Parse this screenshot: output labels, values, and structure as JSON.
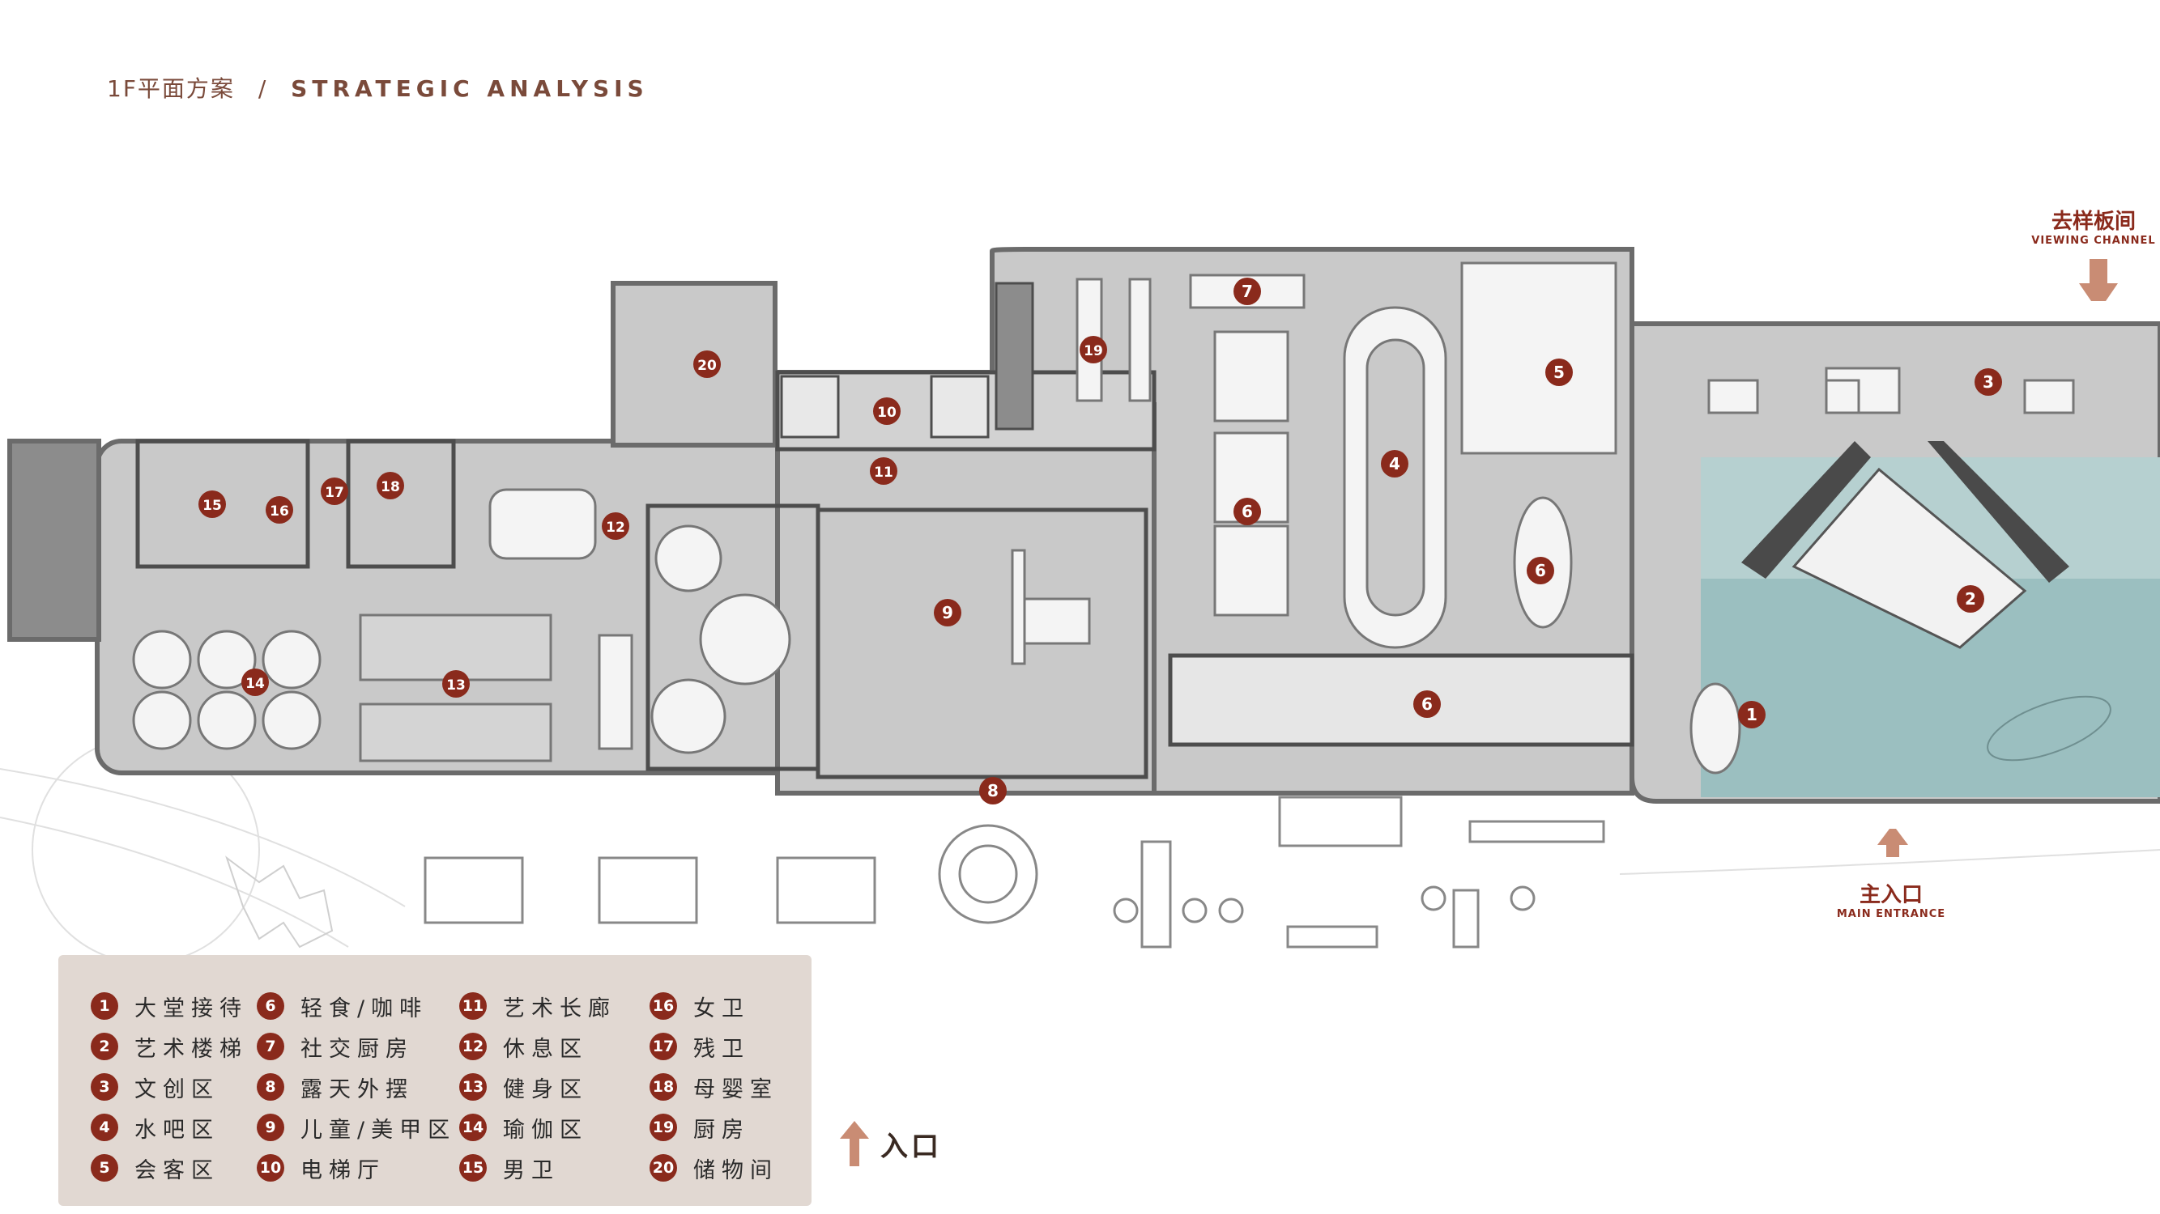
{
  "header": {
    "cn": "1F平面方案",
    "sep": "/",
    "en": "STRATEGIC ANALYSIS"
  },
  "callouts": {
    "viewing": {
      "cn": "去样板间",
      "en": "VIEWING CHANNEL"
    },
    "main_entrance": {
      "cn": "主入口",
      "en": "MAIN ENTRANCE"
    }
  },
  "legend": {
    "entry_label": "入口",
    "columns": [
      [
        {
          "num": "1",
          "label": "大堂接待"
        },
        {
          "num": "2",
          "label": "艺术楼梯"
        },
        {
          "num": "3",
          "label": "文创区"
        },
        {
          "num": "4",
          "label": "水吧区"
        },
        {
          "num": "5",
          "label": "会客区"
        }
      ],
      [
        {
          "num": "6",
          "label": "轻食/咖啡"
        },
        {
          "num": "7",
          "label": "社交厨房"
        },
        {
          "num": "8",
          "label": "露天外摆"
        },
        {
          "num": "9",
          "label": "儿童/美甲区"
        },
        {
          "num": "10",
          "label": "电梯厅"
        }
      ],
      [
        {
          "num": "11",
          "label": "艺术长廊"
        },
        {
          "num": "12",
          "label": "休息区"
        },
        {
          "num": "13",
          "label": "健身区"
        },
        {
          "num": "14",
          "label": "瑜伽区"
        },
        {
          "num": "15",
          "label": "男卫"
        }
      ],
      [
        {
          "num": "16",
          "label": "女卫"
        },
        {
          "num": "17",
          "label": "残卫"
        },
        {
          "num": "18",
          "label": "母婴室"
        },
        {
          "num": "19",
          "label": "厨房"
        },
        {
          "num": "20",
          "label": "储物间"
        }
      ]
    ]
  },
  "plan_markers": [
    "1",
    "2",
    "3",
    "4",
    "5",
    "6",
    "6",
    "6",
    "7",
    "8",
    "9",
    "10",
    "11",
    "12",
    "13",
    "14",
    "15",
    "16",
    "17",
    "18",
    "19",
    "20"
  ],
  "colors": {
    "marker": "#8a2a1c",
    "floor": "#c9c9c9",
    "wall": "#6b6b6b",
    "pool": "#9bbfc0",
    "arrow": "#c98c74",
    "legend_bg": "#e1d8d2"
  }
}
